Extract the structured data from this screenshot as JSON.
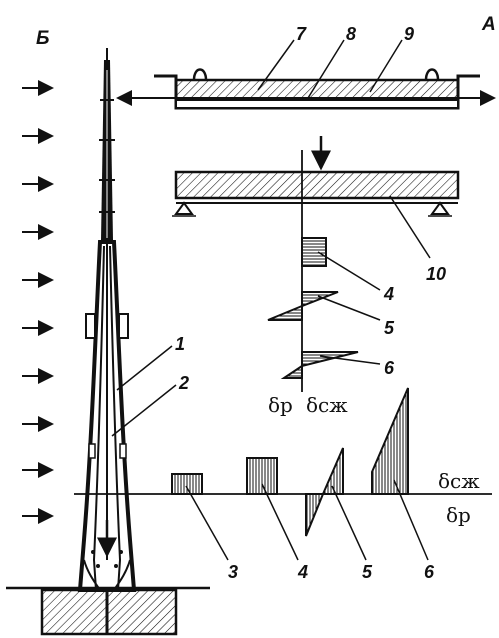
{
  "labels": {
    "panel_a": "А",
    "panel_b": "Б",
    "n1": "1",
    "n2": "2",
    "n3": "3",
    "n4": "4",
    "n5": "5",
    "n6": "6",
    "n4_upper": "4",
    "n5_upper": "5",
    "n6_upper": "6",
    "n7": "7",
    "n8": "8",
    "n9": "9",
    "n10": "10"
  },
  "stress": {
    "tension_upper": "δр",
    "compression_upper": "δсж",
    "compression_axis": "δсж",
    "tension_axis": "δр"
  },
  "colors": {
    "ink": "#111111",
    "background": "#ffffff"
  }
}
